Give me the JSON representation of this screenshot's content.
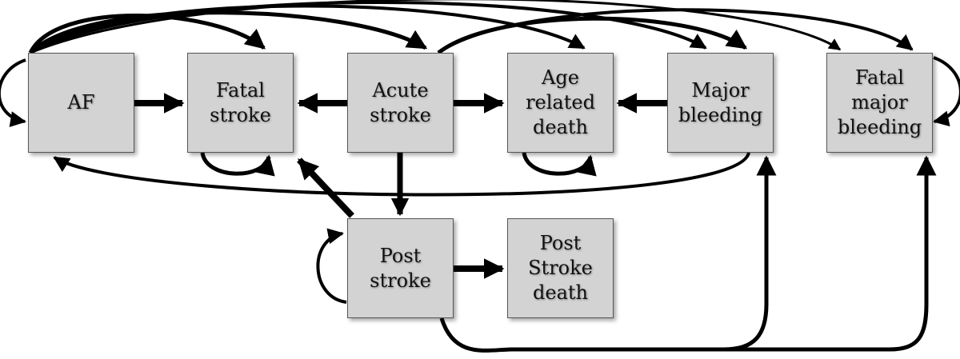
{
  "states": {
    "af": "AF",
    "fatal_stroke": "Fatal\nstroke",
    "acute_stroke": "Acute\nstroke",
    "age_related_death": "Age\nrelated\ndeath",
    "major_bleeding": "Major\nbleeding",
    "fatal_major_bleeding": "Fatal\nmajor\nbleeding",
    "post_stroke": "Post\nstroke",
    "post_stroke_death": "Post\nStroke\ndeath"
  },
  "colors": {
    "box_fill": "#d3d3d3",
    "box_border": "#555555",
    "arrow": "#000000",
    "background": "#ffffff"
  }
}
